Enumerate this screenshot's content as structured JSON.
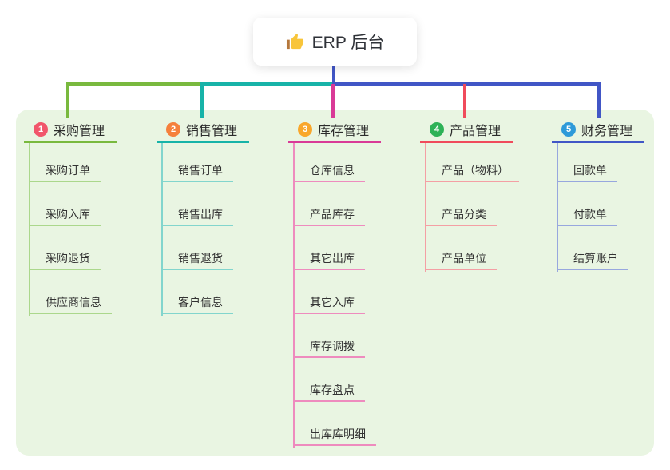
{
  "root": {
    "label": "ERP 后台",
    "icon": "thumbs-up-icon"
  },
  "panel_color": "#e9f5e2",
  "stem_color": "#4156c6",
  "branches": [
    {
      "num": "1",
      "label": "采购管理",
      "badge_color": "#f1566b",
      "line_color": "#79b93e",
      "child_line_color": "#abd78c",
      "children": [
        "采购订单",
        "采购入库",
        "采购退货",
        "供应商信息"
      ]
    },
    {
      "num": "2",
      "label": "销售管理",
      "badge_color": "#f5803c",
      "line_color": "#17b3a8",
      "child_line_color": "#82d5cd",
      "children": [
        "销售订单",
        "销售出库",
        "销售退货",
        "客户信息"
      ]
    },
    {
      "num": "3",
      "label": "库存管理",
      "badge_color": "#f9a72b",
      "line_color": "#d93a97",
      "child_line_color": "#ee8bbe",
      "children": [
        "仓库信息",
        "产品库存",
        "其它出库",
        "其它入库",
        "库存调拨",
        "库存盘点",
        "出库库明细"
      ]
    },
    {
      "num": "4",
      "label": "产品管理",
      "badge_color": "#2eb257",
      "line_color": "#f04b5c",
      "child_line_color": "#f49fa4",
      "children": [
        "产品（物料）",
        "产品分类",
        "产品单位"
      ]
    },
    {
      "num": "5",
      "label": "财务管理",
      "badge_color": "#2e9ad9",
      "line_color": "#4156c6",
      "child_line_color": "#97a7de",
      "children": [
        "回款单",
        "付款单",
        "结算账户"
      ]
    }
  ]
}
